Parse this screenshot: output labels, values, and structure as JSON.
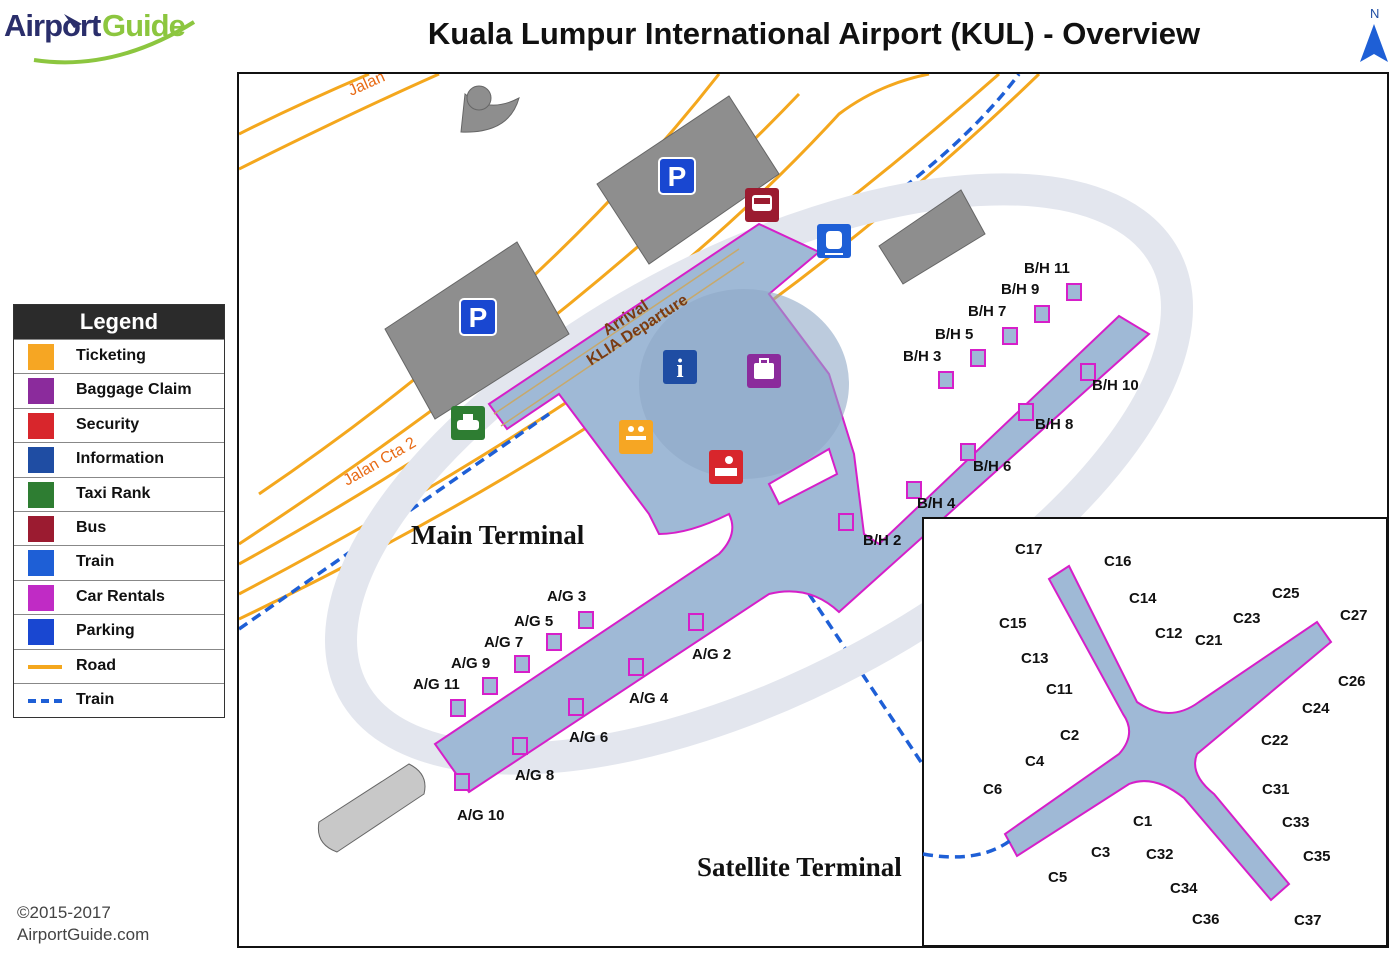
{
  "brand": {
    "part1": "Airport",
    "part2": "Guide"
  },
  "title": "Kuala Lumpur International Airport (KUL) - Overview",
  "compass": {
    "label": "N"
  },
  "legend": {
    "title": "Legend",
    "items": [
      {
        "label": "Ticketing",
        "icon": "ticketing-icon",
        "color": "#f6a623"
      },
      {
        "label": "Baggage Claim",
        "icon": "baggage-claim-icon",
        "color": "#8b2b9c"
      },
      {
        "label": "Security",
        "icon": "security-icon",
        "color": "#d8262c"
      },
      {
        "label": "Information",
        "icon": "information-icon",
        "color": "#1f4da3"
      },
      {
        "label": "Taxi Rank",
        "icon": "taxi-icon",
        "color": "#2e7d32"
      },
      {
        "label": "Bus",
        "icon": "bus-icon",
        "color": "#9b1b30"
      },
      {
        "label": "Train",
        "icon": "train-icon",
        "color": "#1e5fd6"
      },
      {
        "label": "Car Rentals",
        "icon": "car-rental-icon",
        "color": "#c02bc5"
      },
      {
        "label": "Parking",
        "icon": "parking-icon",
        "color": "#1947d1"
      },
      {
        "label": "Road",
        "icon": "road-line-icon",
        "color": "#f4a71d"
      },
      {
        "label": "Train",
        "icon": "train-line-icon",
        "color": "#1e5fd6"
      }
    ]
  },
  "map": {
    "roads": [
      "Jalan",
      "Jalan Cta 2"
    ],
    "arrival": "Arrival",
    "departure": "KLIA Departure",
    "parking_letter": "P",
    "info_letter": "i",
    "terminals": {
      "main": "Main Terminal",
      "satellite": "Satellite Terminal"
    },
    "gates_bh": [
      "B/H 11",
      "B/H 9",
      "B/H 7",
      "B/H 5",
      "B/H 3",
      "B/H 10",
      "B/H 8",
      "B/H 6",
      "B/H 4",
      "B/H 2"
    ],
    "gates_ag": [
      "A/G 3",
      "A/G 5",
      "A/G 7",
      "A/G 9",
      "A/G 11",
      "A/G 2",
      "A/G 4",
      "A/G 6",
      "A/G 8",
      "A/G 10"
    ],
    "gates_c": [
      "C17",
      "C16",
      "C14",
      "C15",
      "C12",
      "C21",
      "C13",
      "C11",
      "C23",
      "C25",
      "C27",
      "C26",
      "C24",
      "C22",
      "C2",
      "C4",
      "C6",
      "C1",
      "C3",
      "C5",
      "C32",
      "C31",
      "C33",
      "C35",
      "C34",
      "C36",
      "C37"
    ]
  },
  "copyright": {
    "line1": "©2015-2017",
    "line2": "AirportGuide.com"
  }
}
